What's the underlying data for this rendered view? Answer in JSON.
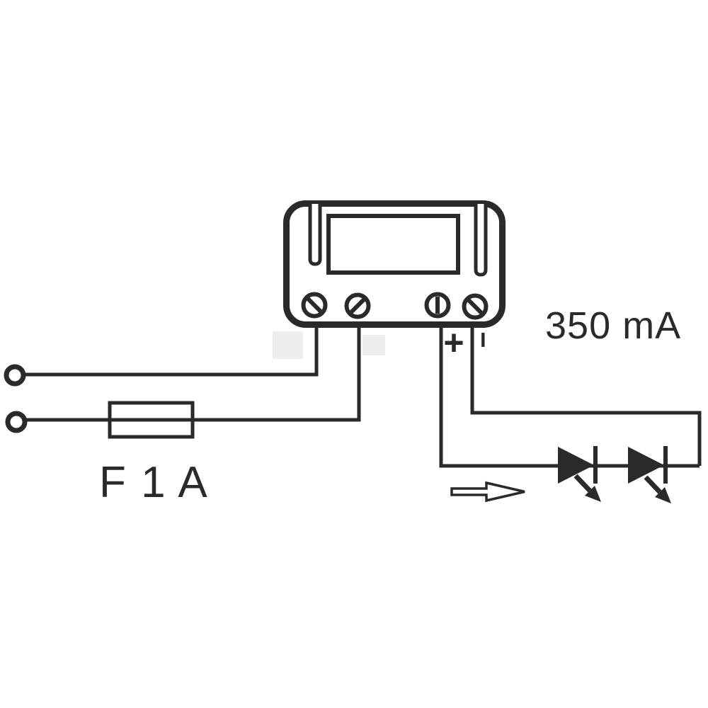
{
  "page": {
    "background": "#ffffff",
    "line_color": "#2a2a2a",
    "artifact_patch_color": "#eeeeee"
  },
  "labels": {
    "current_rating": "350 mA",
    "fuse_rating": "F 1 A",
    "positive_terminal": "+",
    "negative_terminal": "−"
  },
  "components": {
    "driver_screw_terminals": 4,
    "input_terminals": 2,
    "led_count": 2,
    "fuse_count": 1,
    "display_window": 1,
    "mounting_slots": 2
  }
}
